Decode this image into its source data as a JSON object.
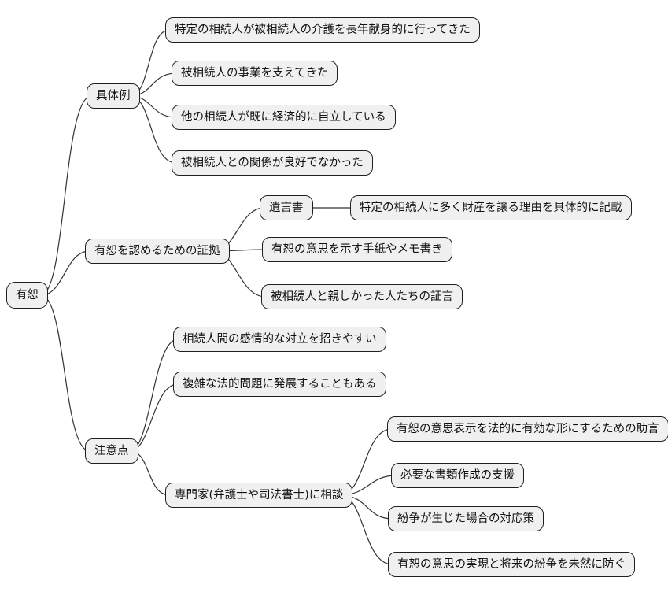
{
  "diagram": {
    "type": "mindmap",
    "root": {
      "label": "有恕"
    },
    "branches": [
      {
        "label": "具体例",
        "children": [
          {
            "label": "特定の相続人が被相続人の介護を長年献身的に行ってきた"
          },
          {
            "label": "被相続人の事業を支えてきた"
          },
          {
            "label": "他の相続人が既に経済的に自立している"
          },
          {
            "label": "被相続人との関係が良好でなかった"
          }
        ]
      },
      {
        "label": "有恕を認めるための証拠",
        "children": [
          {
            "label": "遺言書",
            "children": [
              {
                "label": "特定の相続人に多く財産を譲る理由を具体的に記載"
              }
            ]
          },
          {
            "label": "有恕の意思を示す手紙やメモ書き"
          },
          {
            "label": "被相続人と親しかった人たちの証言"
          }
        ]
      },
      {
        "label": "注意点",
        "children": [
          {
            "label": "相続人間の感情的な対立を招きやすい"
          },
          {
            "label": "複雑な法的問題に発展することもある"
          },
          {
            "label": "専門家(弁護士や司法書士)に相談",
            "children": [
              {
                "label": "有恕の意思表示を法的に有効な形にするための助言"
              },
              {
                "label": "必要な書類作成の支援"
              },
              {
                "label": "紛争が生じた場合の対応策"
              },
              {
                "label": "有恕の意思の実現と将来の紛争を未然に防ぐ"
              }
            ]
          }
        ]
      }
    ],
    "colors": {
      "background": "#ffffff",
      "node_fill": "#f0f0f0",
      "node_border": "#1f1f1f",
      "connector": "#333333",
      "text": "#111111"
    }
  }
}
